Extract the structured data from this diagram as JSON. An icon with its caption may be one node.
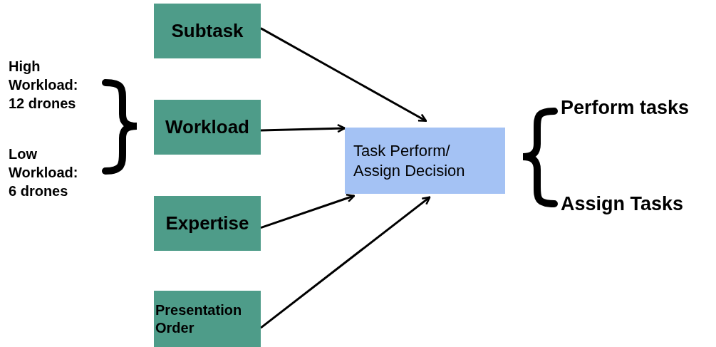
{
  "diagram": {
    "nodes": [
      {
        "text": [
          "Subtask"
        ]
      },
      {
        "text": [
          "Workload"
        ]
      },
      {
        "text": [
          "Expertise"
        ]
      },
      {
        "text": [
          "Presentation Order"
        ]
      },
      {
        "text": [
          "Task Perform/ Assign Decision"
        ]
      }
    ],
    "edges": [
      {
        "from": 0,
        "to": 4,
        "arrow": "to"
      },
      {
        "from": 1,
        "to": 4,
        "arrow": "to"
      },
      {
        "from": 2,
        "to": 4,
        "arrow": "to"
      },
      {
        "from": 3,
        "to": 4,
        "arrow": "to"
      }
    ],
    "labels": [
      "High Workload: 12 drones",
      "Low Workload: 6 drones",
      "Perform tasks",
      "Assign Tasks"
    ]
  }
}
